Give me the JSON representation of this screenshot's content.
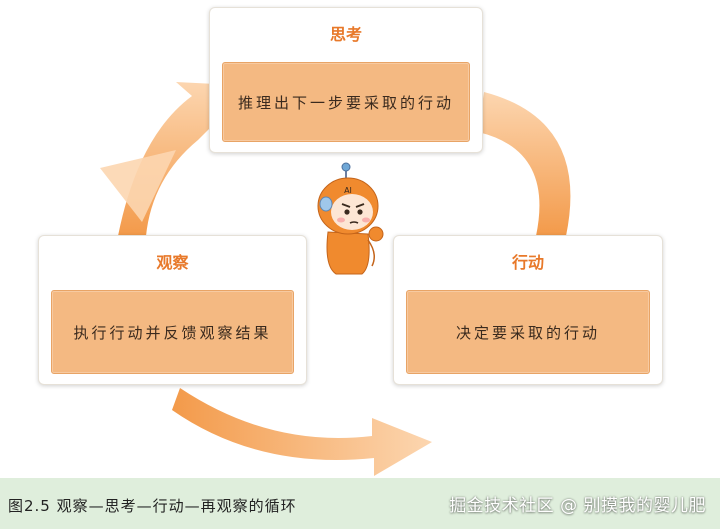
{
  "colors": {
    "arrow_orange": "#f39a4a",
    "arrow_light": "#fcd6b0",
    "title_orange": "#e8792a",
    "body_fill": "#f4b982",
    "caption_bg": "#dfeedc"
  },
  "cards": {
    "think": {
      "title": "思考",
      "body": "推理出下一步要采取的行动"
    },
    "act": {
      "title": "行动",
      "body": "决定要采取的行动"
    },
    "observe": {
      "title": "观察",
      "body": "执行行动并反馈观察结果"
    }
  },
  "mascot": {
    "icon": "robot-mascot-icon",
    "antenna_label": "AI"
  },
  "caption": {
    "text": "图2.5   观察—思考—行动—再观察的循环",
    "watermark": "掘金技术社区 @ 别摸我的婴儿肥"
  }
}
